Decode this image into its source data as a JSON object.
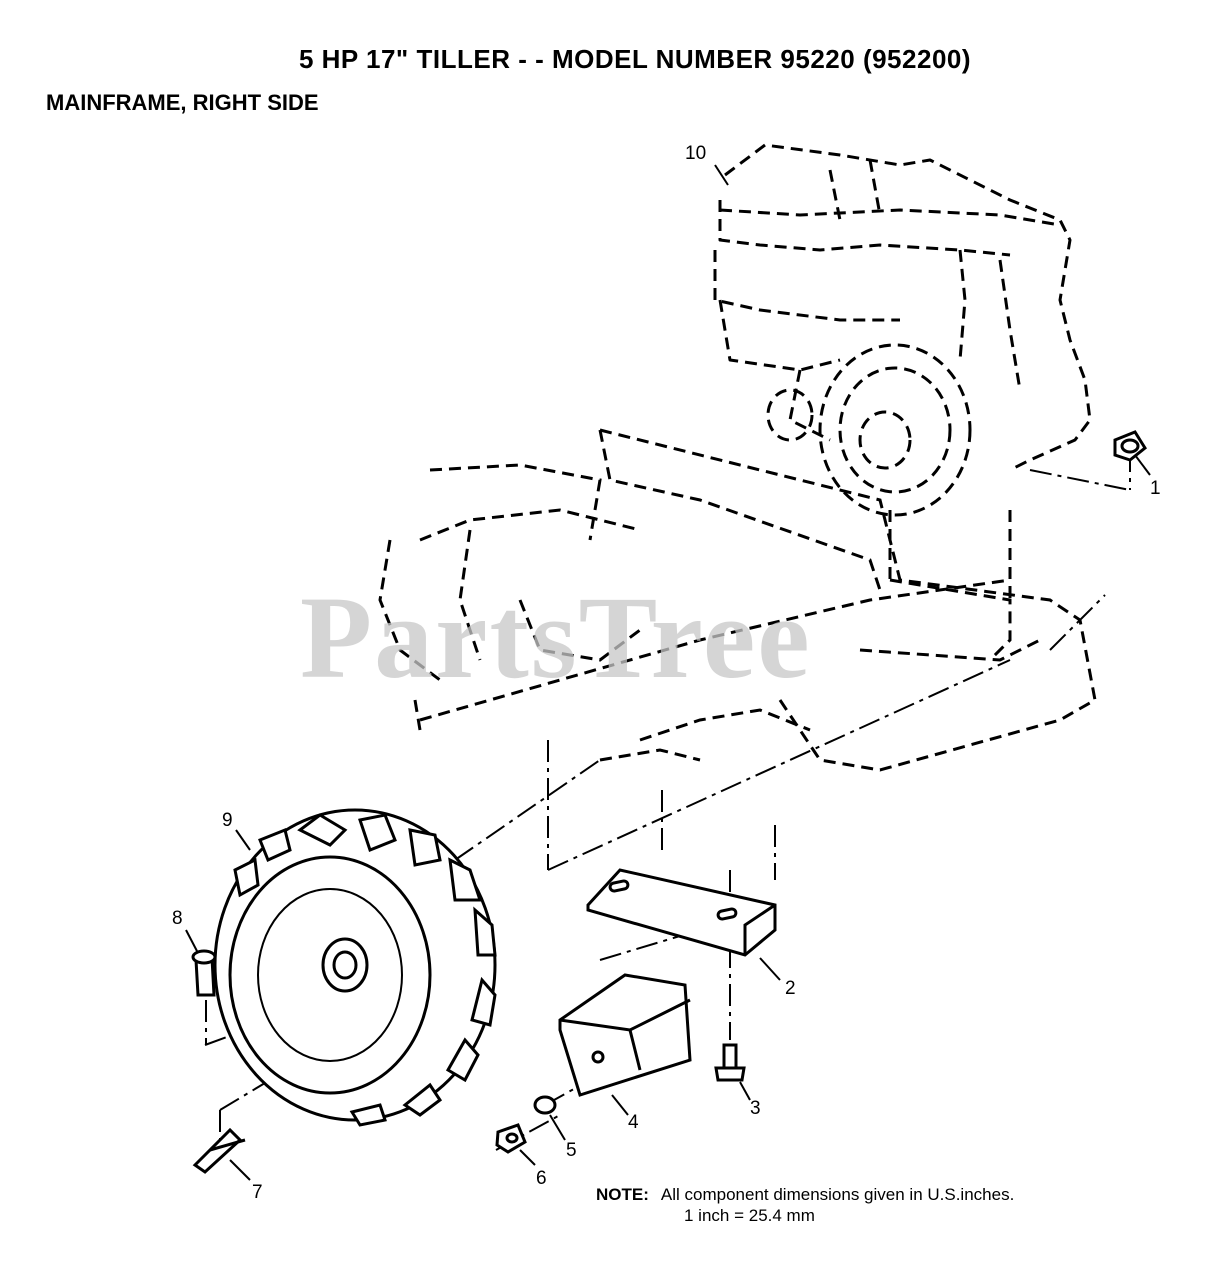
{
  "header": {
    "title": "5 HP  17\" TILLER - - MODEL NUMBER 95220 (952200)",
    "subtitle": "MAINFRAME, RIGHT SIDE"
  },
  "watermark": "PartsTree",
  "note": {
    "label": "NOTE:",
    "line1": "All component dimensions given in U.S.inches.",
    "line2": "1 inch = 25.4 mm"
  },
  "callouts": {
    "c1": "1",
    "c2": "2",
    "c3": "3",
    "c4": "4",
    "c5": "5",
    "c6": "6",
    "c7": "7",
    "c8": "8",
    "c9": "9",
    "c10": "10"
  }
}
